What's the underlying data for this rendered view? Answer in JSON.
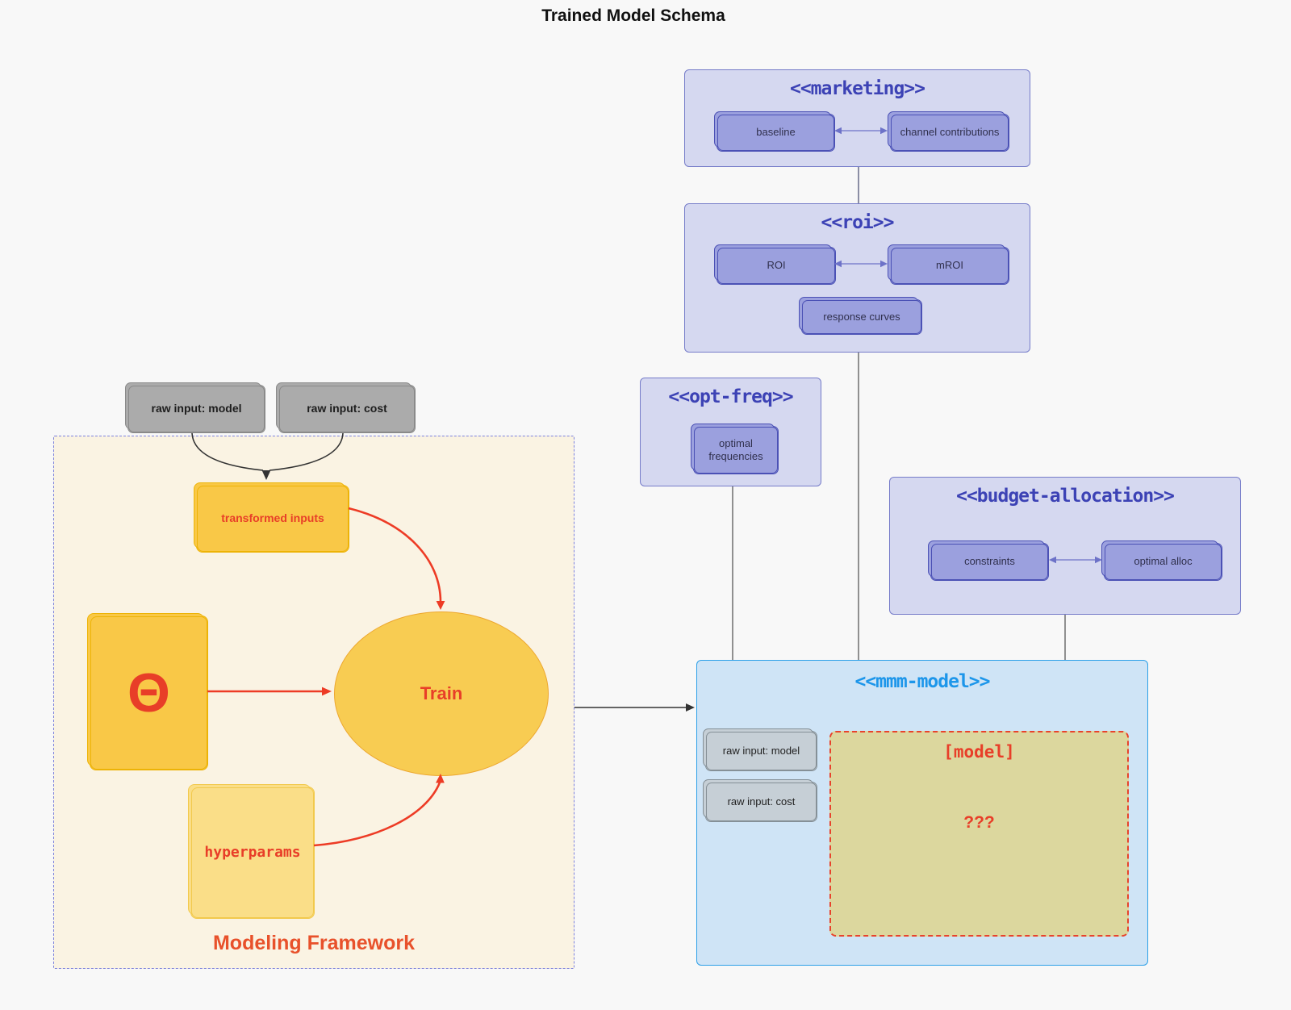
{
  "diagram_title": "Trained Model Schema",
  "marketing": {
    "title": "<<marketing>>",
    "baseline": "baseline",
    "channel_contributions": "channel contributions"
  },
  "roi": {
    "title": "<<roi>>",
    "roi": "ROI",
    "mroi": "mROI",
    "response_curves": "response curves"
  },
  "opt_freq": {
    "title": "<<opt-freq>>",
    "optimal_frequencies": "optimal frequencies"
  },
  "budget_allocation": {
    "title": "<<budget-allocation>>",
    "constraints": "constraints",
    "optimal_alloc": "optimal alloc"
  },
  "mmm_model": {
    "title": "<<mmm-model>>",
    "raw_input_model": "raw input: model",
    "raw_input_cost": "raw input: cost",
    "model_placeholder": "[model]",
    "model_unknown": "???"
  },
  "modeling_framework": {
    "label": "Modeling Framework",
    "transformed_inputs": "transformed inputs",
    "theta": "Θ",
    "train": "Train",
    "hyperparams": "hyperparams"
  },
  "external_inputs": {
    "raw_input_model": "raw input: model",
    "raw_input_cost": "raw input: cost"
  },
  "colors": {
    "background": "#f8f8f8",
    "purple_container_fill": "#d5d8f0",
    "purple_container_border": "#767cc9",
    "purple_title_text": "#3c42b5",
    "purple_node_fill": "#9ba0de",
    "purple_node_border": "#4b51b5",
    "blue_container_fill": "#cfe4f6",
    "blue_container_border": "#2da0e8",
    "blue_title_text": "#1d96ea",
    "gray_node_fill": "#ababab",
    "bluegray_node_fill": "#c6cfd6",
    "cream_fill": "#faf3e3",
    "cream_border_dashed": "#7d82dd",
    "yellow_node_fill": "#f9c847",
    "light_yellow_node_fill": "#fade88",
    "ellipse_fill": "#f8cc52",
    "khaki_model_fill": "#dcd79e",
    "red_accent": "#e8432c",
    "connector_gray": "#777777"
  }
}
